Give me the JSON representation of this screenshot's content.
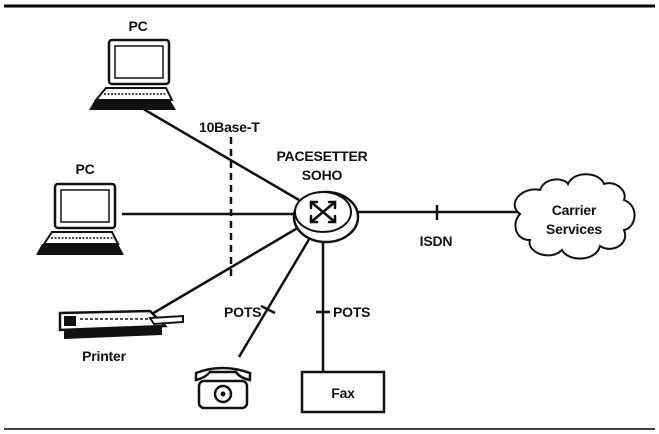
{
  "labels": {
    "pc_top": "PC",
    "pc_middle": "PC",
    "link_10baset": "10Base-T",
    "router_name_line1": "PACESETTER",
    "router_name_line2": "SOHO",
    "isdn": "ISDN",
    "carrier_line1": "Carrier",
    "carrier_line2": "Services",
    "printer": "Printer",
    "pots_left": "POTS",
    "pots_right": "POTS",
    "fax": "Fax"
  },
  "colors": {
    "ink": "#111111",
    "paper": "#ffffff",
    "rule": "#000000"
  },
  "icons": {
    "router": "router-cross-arrows-icon",
    "pc": "computer-monitor-icon",
    "printer": "printer-icon",
    "telephone": "telephone-icon",
    "cloud": "cloud-icon"
  }
}
